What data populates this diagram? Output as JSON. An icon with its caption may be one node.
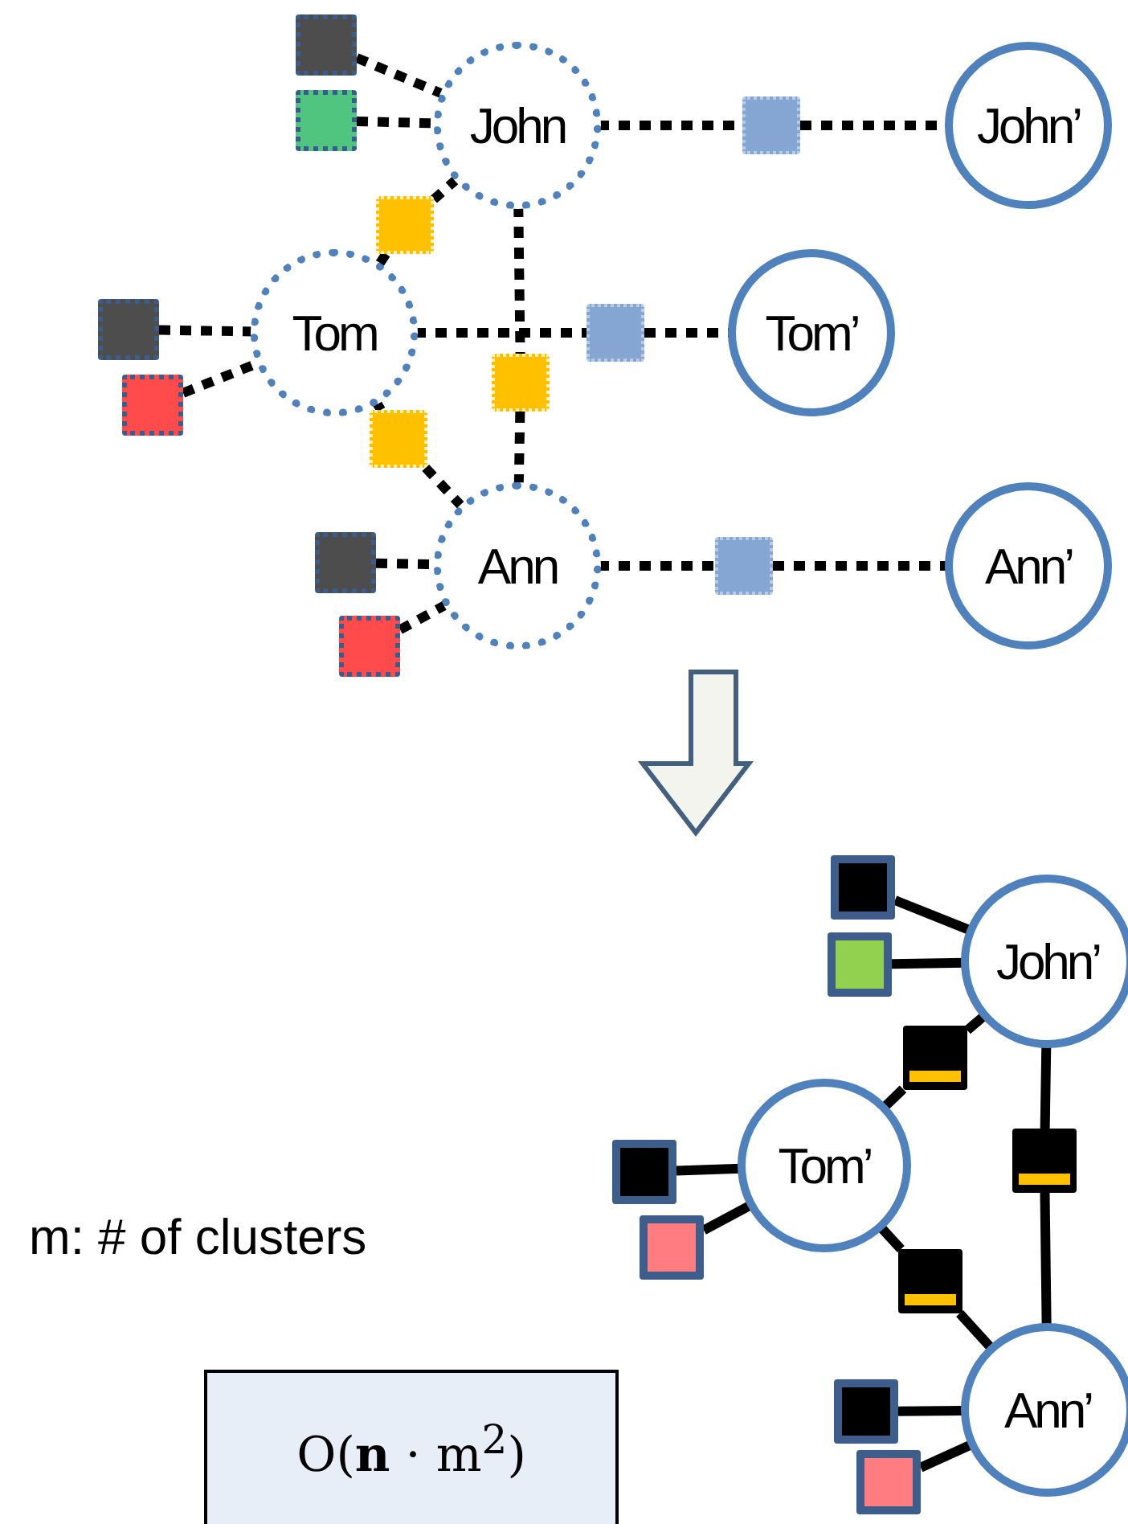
{
  "diagram": {
    "nodes": [
      {
        "text": [
          "John"
        ]
      },
      {
        "text": [
          "John’"
        ]
      },
      {
        "text": [
          "Tom"
        ]
      },
      {
        "text": [
          "Tom’"
        ]
      },
      {
        "text": [
          "Ann"
        ]
      },
      {
        "text": [
          "Ann’"
        ]
      },
      {
        "text": [],
        "shape": "box"
      },
      {
        "text": [],
        "shape": "box"
      },
      {
        "text": [],
        "shape": "box"
      },
      {
        "text": [],
        "shape": "box"
      },
      {
        "text": [],
        "shape": "box"
      },
      {
        "text": [],
        "shape": "box"
      },
      {
        "text": [],
        "shape": "box"
      },
      {
        "text": [],
        "shape": "box"
      },
      {
        "text": [],
        "shape": "box"
      },
      {
        "text": [],
        "shape": "box"
      },
      {
        "text": [],
        "shape": "box"
      },
      {
        "text": [],
        "shape": "box"
      },
      {
        "text": [
          "John’"
        ]
      },
      {
        "text": [
          "Tom’"
        ]
      },
      {
        "text": [
          "Ann’"
        ]
      },
      {
        "text": [],
        "shape": "box"
      },
      {
        "text": [],
        "shape": "box"
      },
      {
        "text": [],
        "shape": "box"
      },
      {
        "text": [],
        "shape": "box"
      },
      {
        "text": [],
        "shape": "box"
      },
      {
        "text": [],
        "shape": "box"
      },
      {
        "text": [],
        "shape": "box"
      },
      {
        "text": [],
        "shape": "box"
      },
      {
        "text": [],
        "shape": "box"
      },
      {
        "text": [
          "O(**n** · m$^{2}$)"
        ]
      }
    ],
    "edges": [
      {
        "from": 6,
        "to": 0,
        "arrow": "none",
        "style": "dashed"
      },
      {
        "from": 7,
        "to": 0,
        "arrow": "none",
        "style": "dashed"
      },
      {
        "from": 0,
        "to": 8,
        "arrow": "none",
        "style": "dashed"
      },
      {
        "from": 8,
        "to": 1,
        "arrow": "none",
        "style": "dashed"
      },
      {
        "from": 0,
        "to": 9,
        "arrow": "none",
        "style": "dashed"
      },
      {
        "from": 9,
        "to": 2,
        "arrow": "none",
        "style": "dashed"
      },
      {
        "from": 10,
        "to": 2,
        "arrow": "none",
        "style": "dashed"
      },
      {
        "from": 13,
        "to": 2,
        "arrow": "none",
        "style": "dashed"
      },
      {
        "from": 2,
        "to": 11,
        "arrow": "none",
        "style": "dashed"
      },
      {
        "from": 11,
        "to": 3,
        "arrow": "none",
        "style": "dashed"
      },
      {
        "from": 0,
        "to": 12,
        "arrow": "none",
        "style": "dashed"
      },
      {
        "from": 12,
        "to": 4,
        "arrow": "none",
        "style": "dashed"
      },
      {
        "from": 2,
        "to": 14,
        "arrow": "none",
        "style": "dashed"
      },
      {
        "from": 14,
        "to": 4,
        "arrow": "none",
        "style": "dashed"
      },
      {
        "from": 15,
        "to": 4,
        "arrow": "none",
        "style": "dashed"
      },
      {
        "from": 17,
        "to": 4,
        "arrow": "none",
        "style": "dashed"
      },
      {
        "from": 4,
        "to": 16,
        "arrow": "none",
        "style": "dashed"
      },
      {
        "from": 16,
        "to": 5,
        "arrow": "none",
        "style": "dashed"
      },
      {
        "from": 21,
        "to": 18,
        "arrow": "none"
      },
      {
        "from": 22,
        "to": 18,
        "arrow": "none"
      },
      {
        "from": 18,
        "to": 23,
        "arrow": "none"
      },
      {
        "from": 23,
        "to": 19,
        "arrow": "none"
      },
      {
        "from": 18,
        "to": 25,
        "arrow": "none"
      },
      {
        "from": 25,
        "to": 20,
        "arrow": "none"
      },
      {
        "from": 24,
        "to": 19,
        "arrow": "none"
      },
      {
        "from": 26,
        "to": 19,
        "arrow": "none"
      },
      {
        "from": 19,
        "to": 27,
        "arrow": "none"
      },
      {
        "from": 27,
        "to": 20,
        "arrow": "none"
      },
      {
        "from": 28,
        "to": 20,
        "arrow": "none"
      },
      {
        "from": 29,
        "to": 20,
        "arrow": "none"
      }
    ],
    "labels": [
      "m: # of clusters"
    ]
  }
}
